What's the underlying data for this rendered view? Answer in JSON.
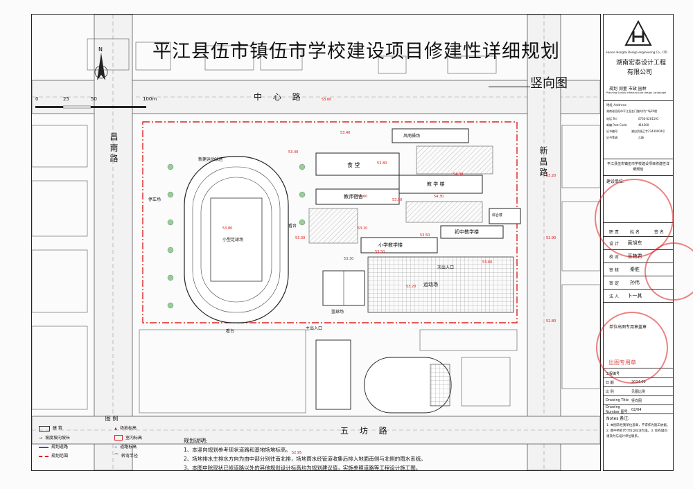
{
  "title": "平江县伍市镇伍市学校建设项目修建性详细规划",
  "subtitle": "竖向图",
  "roads": {
    "north": "中 心 路",
    "west": "昌 南 路",
    "east": "新 昌 路",
    "south": "五 坊 路"
  },
  "scale": {
    "s0": "0",
    "s25": "25",
    "s50": "50",
    "s100": "100m"
  },
  "labels": {
    "dorm": "新建运动球区",
    "canteen": "食 堂",
    "teacher": "教师宿舍",
    "teaching": "教 学 楼",
    "elementary": "小学教学楼",
    "middle": "初中教学楼",
    "track": "小型足球场",
    "court": "篮球场",
    "plaza": "运动场",
    "entry": "主出入口",
    "gym": "风雨操场",
    "toilet": "综合楼",
    "stair": "看台",
    "parking": "停车场",
    "stands": "看台",
    "east_gate": "次出入口"
  },
  "elevations": [
    "53.60",
    "53.40",
    "53.80",
    "54.30",
    "53.20",
    "53.40",
    "53.60",
    "53.50",
    "54.30",
    "53.80",
    "53.30",
    "52.90",
    "53.50",
    "53.30",
    "53.60",
    "52.80",
    "53.20",
    "53.10",
    "52.95",
    "53.50"
  ],
  "legend": {
    "title": "图    例",
    "items": [
      "建    筑",
      "场地标高",
      "坡度坡向坡长",
      "室内标高",
      "规划道路",
      "道路标高",
      "规划范围",
      "转弯半径"
    ]
  },
  "notes": {
    "heading": "规划说明:",
    "n1": "1、本竖向规划参考现状道路和基地场地标高。",
    "n2": "2、场地排水主排水方向为由中部分别往南北排，场地雨水经管道收集后排入地面南侧与北侧的雨水系统。",
    "n3": "3、本图中除现状已修道路以外的其他规划设计标高均为规划建议值，实施参照道路等工程设计施工图。"
  },
  "titleblock": {
    "company_en": "Hunan Hongtai Design engineering Co., LTD",
    "company_cn1": "湖南宏泰设计工程",
    "company_cn2": "有限公司",
    "services": "规划  测量  市政  园林",
    "services_en": "Planning  Survey  Infrastructure design  Landscape",
    "address_label": "地址 Address:",
    "address": "湖南省岳阳市平江县金门路时代广场20楼",
    "tel_label": "电话 Tel:",
    "tel": "0730-6261191",
    "post_label": "邮编 Post Code:",
    "post": "414500",
    "cert_label": "证书编号:",
    "cert": "湘自资规乙字23430004号",
    "grade_label": "证书等级:",
    "grade": "乙级",
    "project": "平江县伍市镇伍市学校建设项目修建性详细规划",
    "client_label": "建设单位:",
    "table_head": [
      "职  责",
      "姓  名",
      "签  名"
    ],
    "rows": [
      {
        "role": "设  计",
        "name": "黄旭东"
      },
      {
        "role": "校  对",
        "name": "巫艳君"
      },
      {
        "role": "审  核",
        "name": "秦胜"
      },
      {
        "role": "审  定",
        "name": "孙伟"
      },
      {
        "role": "法  人",
        "name": "卜一其"
      }
    ],
    "seal_note": "单位出图专用章盖章",
    "drawing_no_label": "工程编号",
    "date_label": "日  期",
    "date": "2024.09",
    "scale_label": "比  例",
    "scale": "见图比例",
    "drawing_name_label": "Drawing Title",
    "drawing_name": "竖向图",
    "drawing_number_label": "Drawing Number 图号",
    "drawing_number": "02/04",
    "notes_label": "Notes 备注:",
    "notes_text": "1. 本图未经我单位盖章，不得作为施工依据。2. 图中所有尺寸均以标注为准。3. 如有疑问请及时与设计单位联系。"
  },
  "seal_text": "出图专用章"
}
